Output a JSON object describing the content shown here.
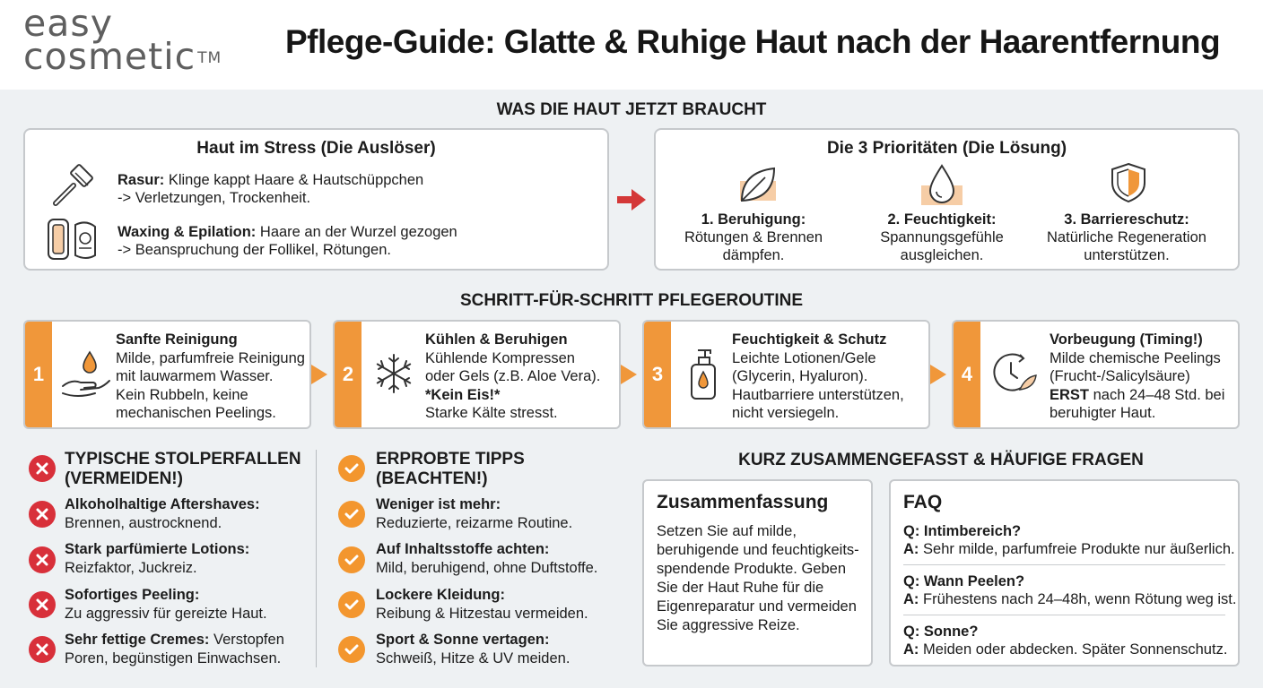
{
  "header": {
    "logo_line1": "easy",
    "logo_line2": "cosmetic",
    "logo_tm": "TM",
    "title": "Pflege-Guide: Glatte & Ruhige Haut nach der Haarentfernung"
  },
  "needs": {
    "section_title": "WAS DIE HAUT JETZT BRAUCHT",
    "stress": {
      "title": "Haut im Stress (Die Auslöser)",
      "items": [
        {
          "icon": "razor-icon",
          "label": "Rasur:",
          "text1": " Klinge kappt Haare & Hautschüppchen",
          "text2": "-> Verletzungen, Trockenheit."
        },
        {
          "icon": "epilator-icon",
          "label": "Waxing & Epilation:",
          "text1": " Haare an der Wurzel gezogen",
          "text2": "-> Beanspruchung der Follikel, Rötungen."
        }
      ]
    },
    "priorities": {
      "title": "Die 3 Prioritäten (Die Lösung)",
      "items": [
        {
          "icon": "leaf-icon",
          "title": "1. Beruhigung:",
          "line1": "Rötungen & Brennen",
          "line2": "dämpfen."
        },
        {
          "icon": "droplet-icon",
          "title": "2. Feuchtigkeit:",
          "line1": "Spannungsgefühle",
          "line2": "ausgleichen."
        },
        {
          "icon": "shield-icon",
          "title": "3. Barriereschutz:",
          "line1": "Natürliche Regeneration",
          "line2": "unterstützen."
        }
      ]
    }
  },
  "routine": {
    "section_title": "SCHRITT-FÜR-SCHRITT PFLEGEROUTINE",
    "steps": [
      {
        "num": "1",
        "icon": "hand-drop-icon",
        "title": "Sanfte Reinigung",
        "lines": [
          "Milde, parfumfreie Reinigung",
          "mit lauwarmem Wasser.",
          "Kein Rubbeln, keine",
          "mechanischen Peelings."
        ]
      },
      {
        "num": "2",
        "icon": "snowflake-icon",
        "title": "Kühlen & Beruhigen",
        "lines": [
          "Kühlende Kompressen",
          "oder Gels (z.B. Aloe Vera).",
          "*Kein Eis!*",
          "Starke Kälte stresst."
        ]
      },
      {
        "num": "3",
        "icon": "lotion-bottle-icon",
        "title": "Feuchtigkeit & Schutz",
        "lines": [
          "Leichte Lotionen/Gele",
          "(Glycerin, Hyaluron).",
          "Hautbarriere unterstützen,",
          "nicht versiegeln."
        ]
      },
      {
        "num": "4",
        "icon": "timer-icon",
        "title": "Vorbeugung (Timing!)",
        "lines": [
          "Milde chemische Peelings",
          "(Frucht-/Salicylsäure)",
          "ERST",
          " nach 24–48 Std. bei",
          "beruhigter Haut."
        ]
      }
    ]
  },
  "pitfalls": {
    "head1": "TYPISCHE STOLPERFALLEN",
    "head2": "(VERMEIDEN!)",
    "items": [
      {
        "label": "Alkoholhaltige Aftershaves:",
        "text": "Brennen, austrocknend."
      },
      {
        "label": "Stark parfümierte Lotions:",
        "text": "Reizfaktor, Juckreiz."
      },
      {
        "label": "Sofortiges Peeling:",
        "text": "Zu aggressiv für gereizte Haut."
      },
      {
        "label": "Sehr fettige Cremes:",
        "inline": " Verstopfen",
        "text": "Poren, begünstigen Einwachsen."
      }
    ]
  },
  "tips": {
    "head1": "ERPROBTE TIPPS",
    "head2": "(BEACHTEN!)",
    "items": [
      {
        "label": "Weniger ist mehr:",
        "text": "Reduzierte, reizarme Routine."
      },
      {
        "label": "Auf Inhaltsstoffe achten:",
        "text": "Mild, beruhigend, ohne Duftstoffe."
      },
      {
        "label": "Lockere Kleidung:",
        "text": "Reibung & Hitzestau vermeiden."
      },
      {
        "label": "Sport & Sonne vertagen:",
        "text": "Schweiß, Hitze & UV meiden."
      }
    ]
  },
  "summary": {
    "section_title": "KURZ ZUSAMMENGEFASST & HÄUFIGE FRAGEN",
    "title": "Zusammenfassung",
    "lines": [
      "Setzen Sie auf milde,",
      "beruhigende und feuchtigkeits-",
      "spendende Produkte. Geben",
      "Sie der Haut Ruhe für die",
      "Eigenreparatur und vermeiden",
      "Sie aggressive Reize."
    ]
  },
  "faq": {
    "title": "FAQ",
    "a_prefix": "A:",
    "items": [
      {
        "q": "Q: Intimbereich?",
        "a": " Sehr milde, parfumfreie Produkte nur äußerlich."
      },
      {
        "q": "Q: Wann Peelen?",
        "a": " Frühestens nach 24–48h, wenn Rötung weg ist."
      },
      {
        "q": "Q: Sonne?",
        "a": " Meiden oder abdecken. Später Sonnenschutz."
      }
    ]
  },
  "colors": {
    "accent": "#f0973a",
    "danger": "#d8303a",
    "tip": "#f3962e",
    "arrow": "#d43838",
    "peach": "#f6cda6"
  }
}
